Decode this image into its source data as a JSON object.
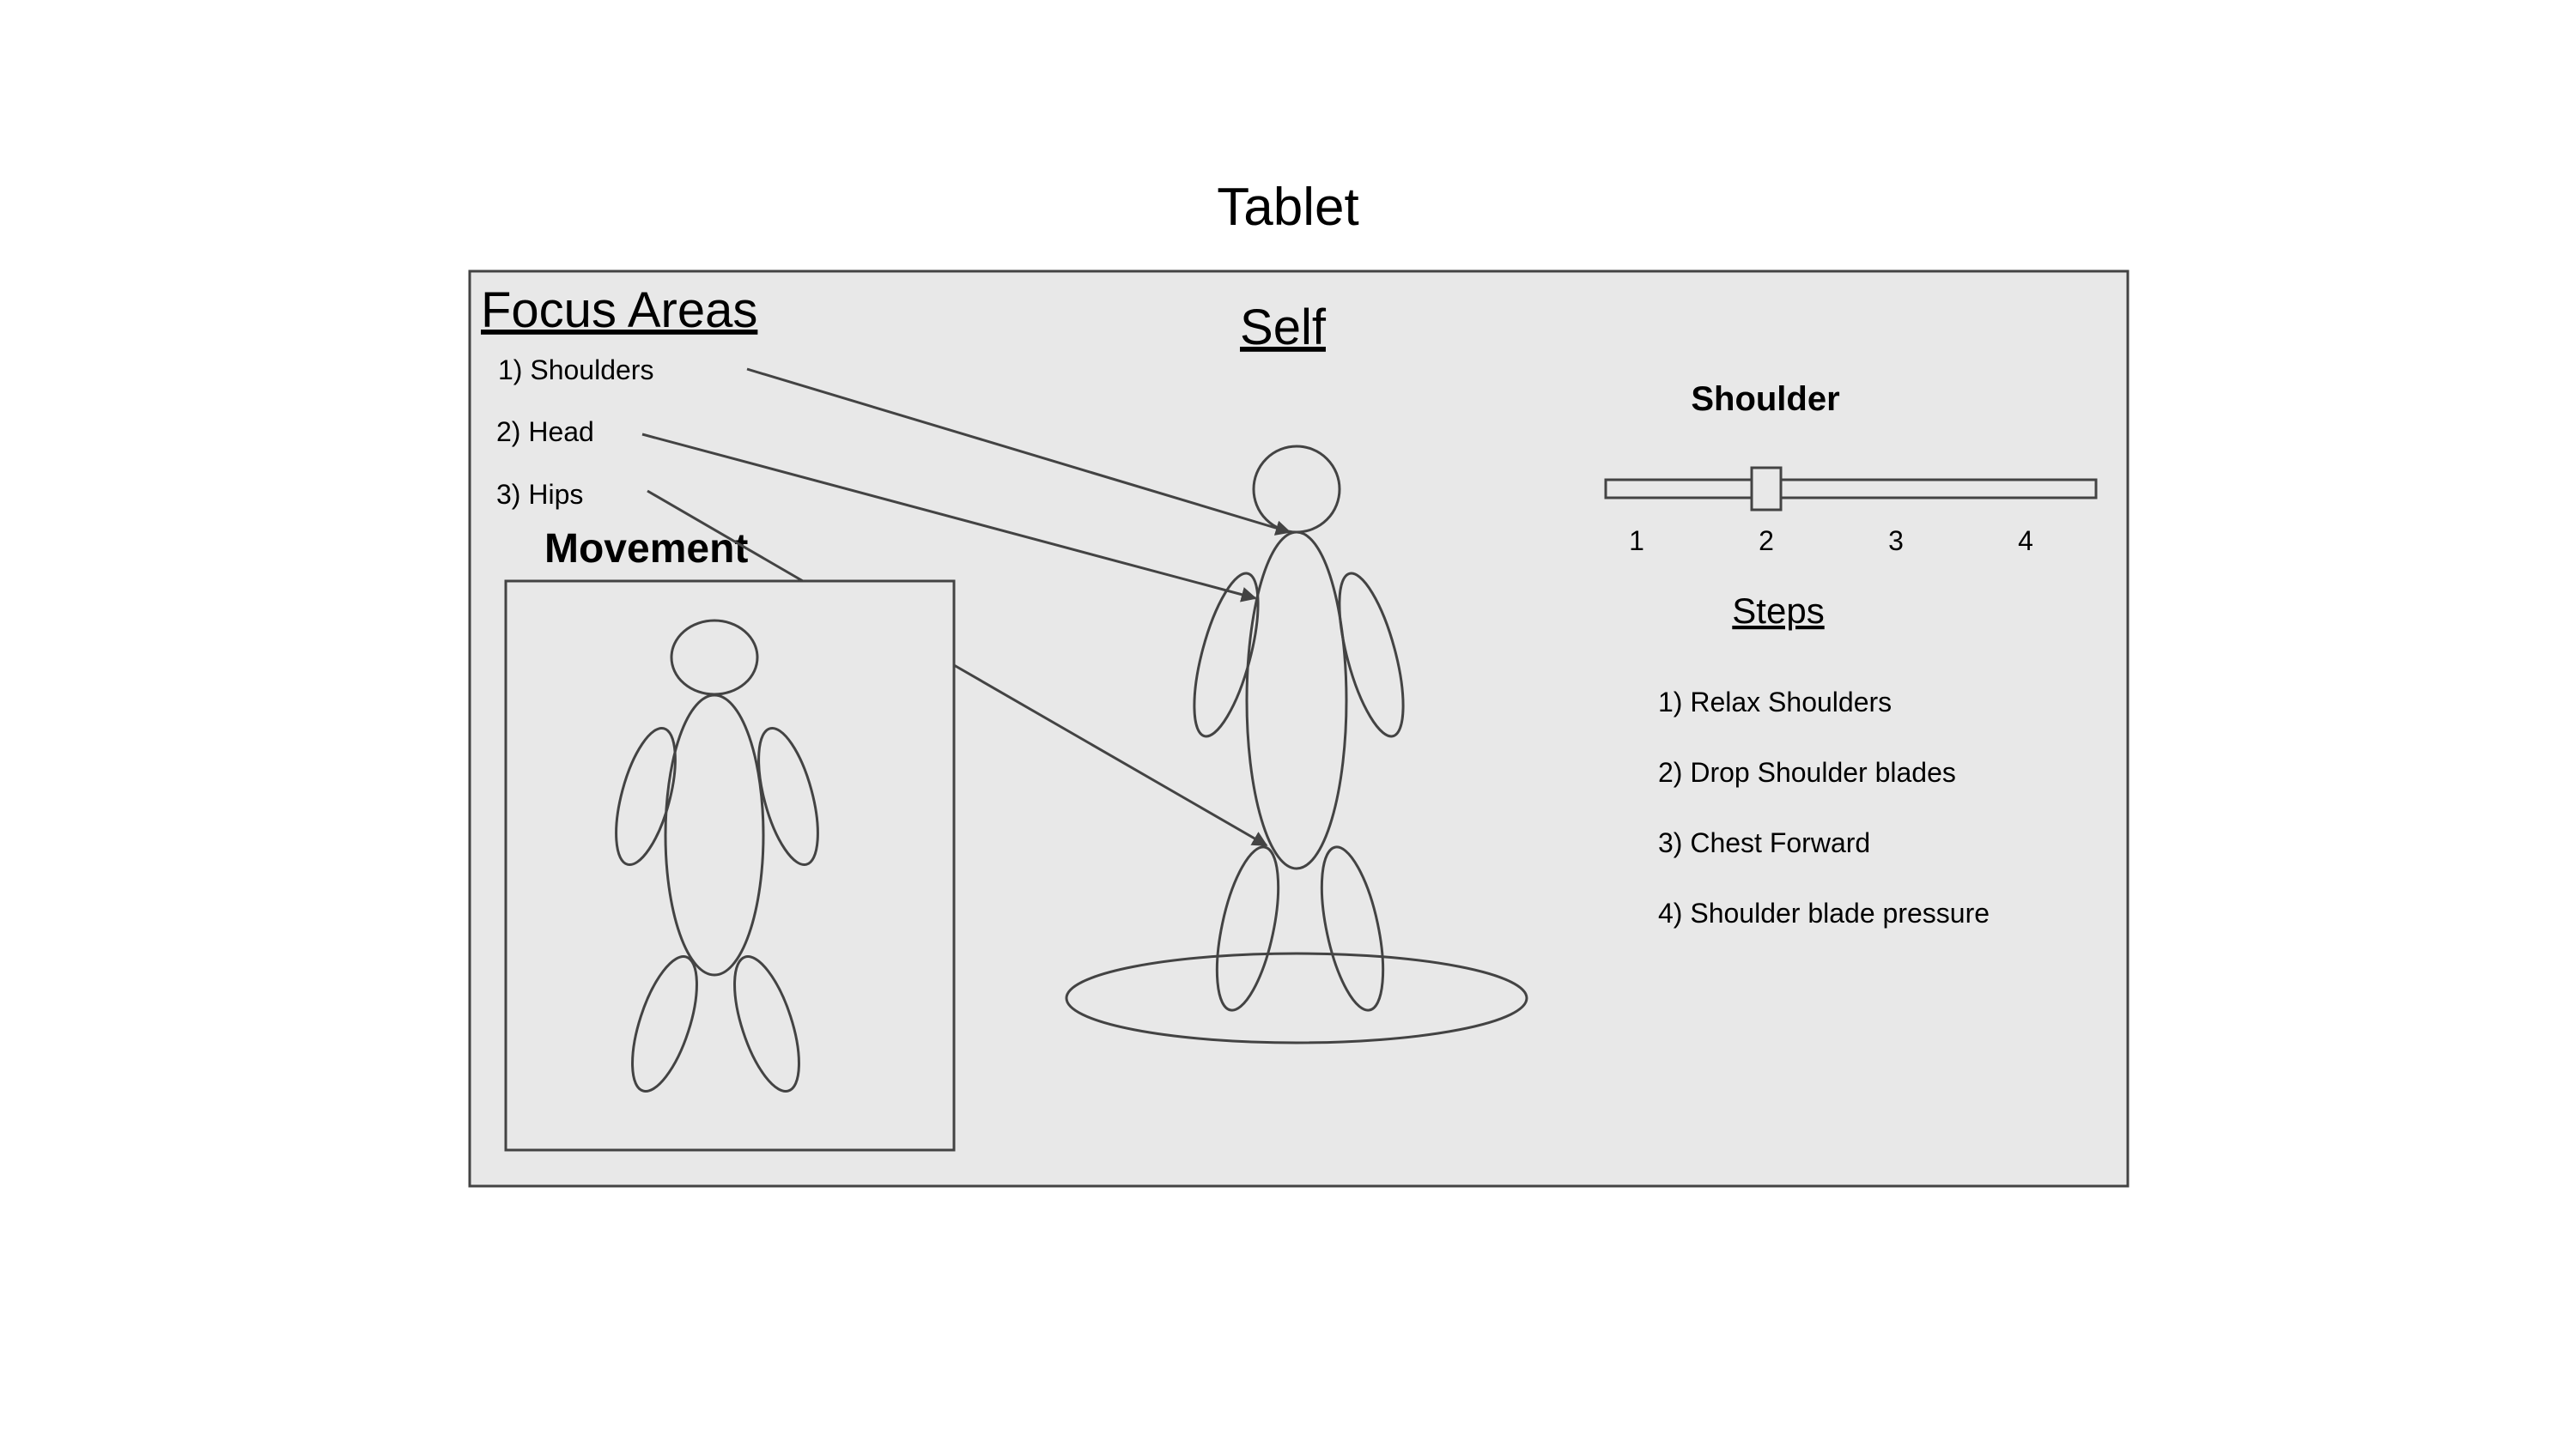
{
  "title": "Tablet",
  "focus_areas": {
    "heading": "Focus Areas",
    "items": [
      "1) Shoulders",
      "2) Head",
      "3) Hips"
    ]
  },
  "movement": {
    "heading": "Movement"
  },
  "self": {
    "heading": "Self"
  },
  "slider": {
    "label": "Shoulder",
    "ticks": [
      "1",
      "2",
      "3",
      "4"
    ],
    "value": 2
  },
  "steps": {
    "heading": "Steps",
    "items": [
      "1) Relax Shoulders",
      "2) Drop Shoulder blades",
      "3) Chest Forward",
      "4) Shoulder blade pressure"
    ]
  },
  "colors": {
    "panel_fill": "#e8e8e8",
    "stroke": "#434343"
  }
}
